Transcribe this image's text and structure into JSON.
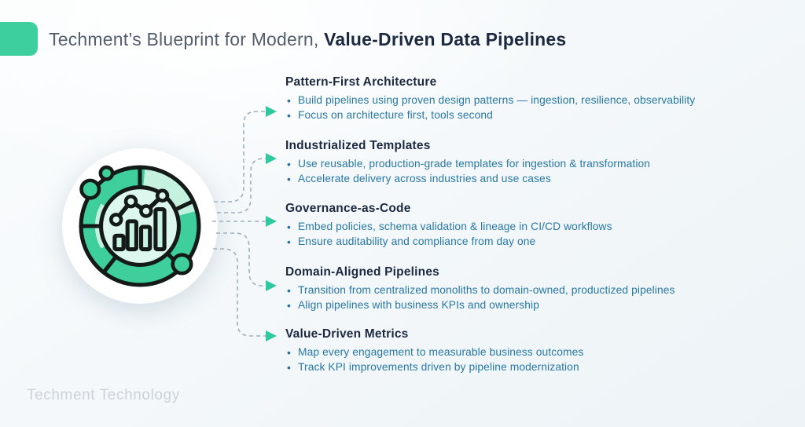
{
  "title": {
    "prefix": "Techment’s Blueprint for Modern, ",
    "emphasis": "Value-Driven Data Pipelines"
  },
  "sections": [
    {
      "title": "Pattern-First Architecture",
      "bullets": [
        "Build pipelines using proven design patterns — ingestion, resilience, observability",
        "Focus on architecture first, tools second"
      ]
    },
    {
      "title": "Industrialized Templates",
      "bullets": [
        "Use reusable, production-grade templates for ingestion & transformation",
        "Accelerate delivery across industries and use cases"
      ]
    },
    {
      "title": "Governance-as-Code",
      "bullets": [
        "Embed policies, schema validation & lineage in CI/CD workflows",
        "Ensure auditability and compliance from day one"
      ]
    },
    {
      "title": "Domain-Aligned Pipelines",
      "bullets": [
        "Transition from centralized monoliths to domain-owned, productized pipelines",
        "Align pipelines with business KPIs and ownership"
      ]
    },
    {
      "title": "Value-Driven Metrics",
      "bullets": [
        "Map every engagement to measurable business outcomes",
        "Track KPI improvements driven by pipeline modernization"
      ]
    }
  ],
  "footer": {
    "watermark": "Techment Technology"
  },
  "icon": {
    "name": "analytics-donut-chart-icon",
    "description": "green segmented ring with bar chart and rising trend line inside a white circle"
  },
  "colors": {
    "accent_teal": "#3ecf9e",
    "arrow_teal": "#2fc8a0",
    "heading_navy": "#1c2940",
    "body_blue": "#2878a5",
    "bullet_blue": "#2d6f9e",
    "title_gray": "#555f6b",
    "connector_gray": "#9fb0bd",
    "watermark_gray": "#cbd3da",
    "icon_green": "#3ecf9d",
    "icon_light_green": "#c4f2de",
    "icon_mint": "#dcf8ee"
  }
}
